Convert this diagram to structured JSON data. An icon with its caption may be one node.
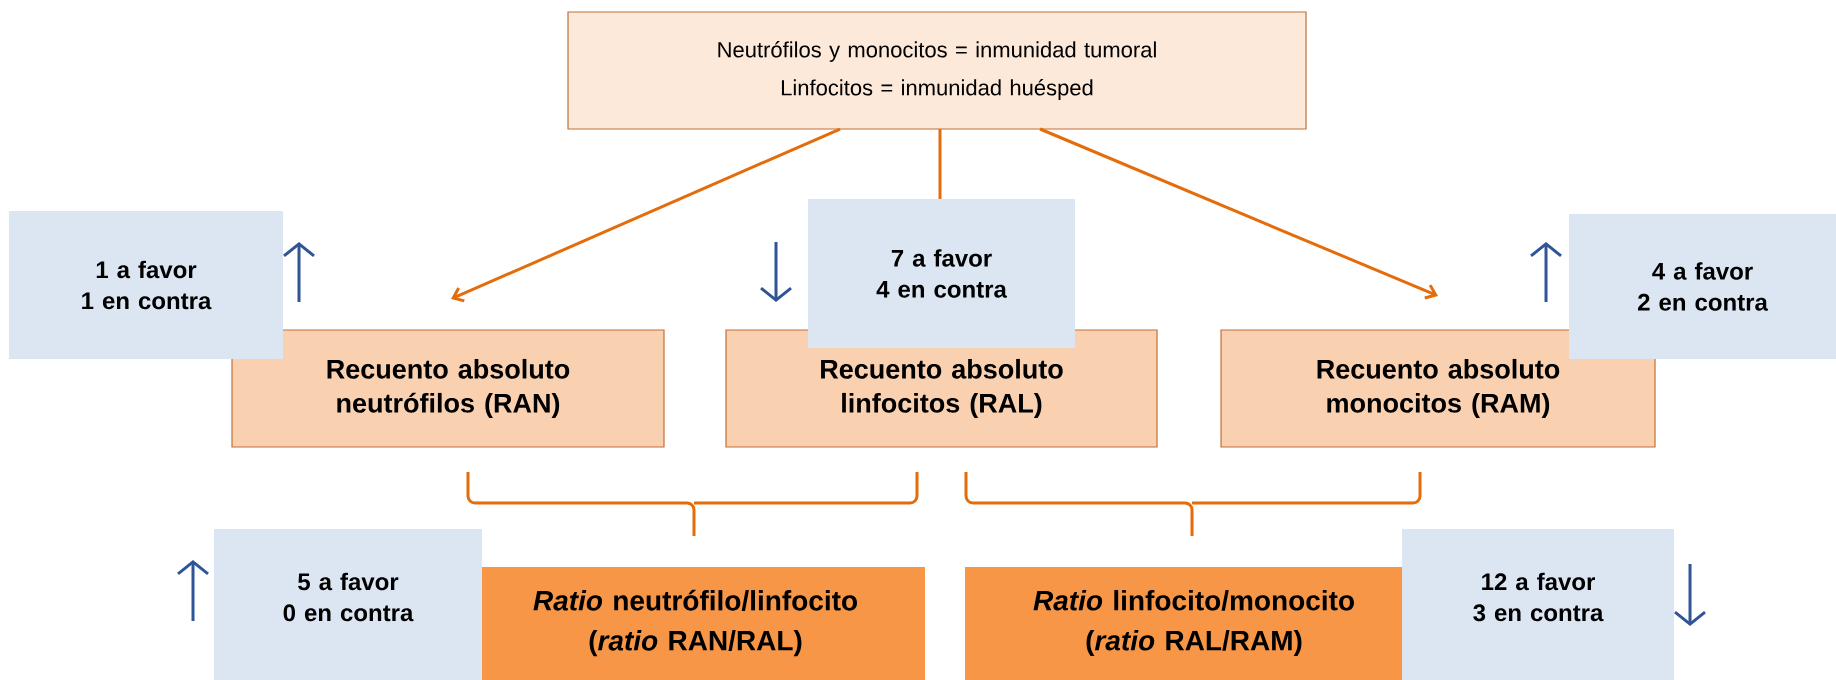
{
  "diagram": {
    "nodes": [
      {
        "text": [
          "Neutrófilos y monocitos = inmunidad tumoral",
          "Linfocitos = inmunidad huésped"
        ]
      },
      {
        "text": [
          "1 a favor",
          "1 en contra"
        ]
      },
      {
        "text": [
          "7 a favor",
          "4 en contra"
        ]
      },
      {
        "text": [
          "4 a favor",
          "2 en contra"
        ]
      },
      {
        "text": [
          "Recuento absoluto neutrófilos (RAN)"
        ]
      },
      {
        "text": [
          "Recuento absoluto linfocitos (RAL)"
        ]
      },
      {
        "text": [
          "Recuento absoluto monocitos (RAM)"
        ]
      },
      {
        "text": [
          "5 a favor",
          "0 en contra"
        ]
      },
      {
        "text": [
          "*Ratio* neutrófilo/linfocito",
          "(*ratio* RAN/RAL)"
        ]
      },
      {
        "text": [
          "*Ratio* linfocito/monocito",
          "(*ratio* RAL/RAM)"
        ]
      },
      {
        "text": [
          "12 a favor",
          "3 en contra"
        ]
      }
    ],
    "edges": [
      {
        "from": 0,
        "to": 4,
        "arrow": "to"
      },
      {
        "from": 0,
        "to": 2,
        "arrow": "none"
      },
      {
        "from": 0,
        "to": 6,
        "arrow": "to"
      }
    ]
  }
}
